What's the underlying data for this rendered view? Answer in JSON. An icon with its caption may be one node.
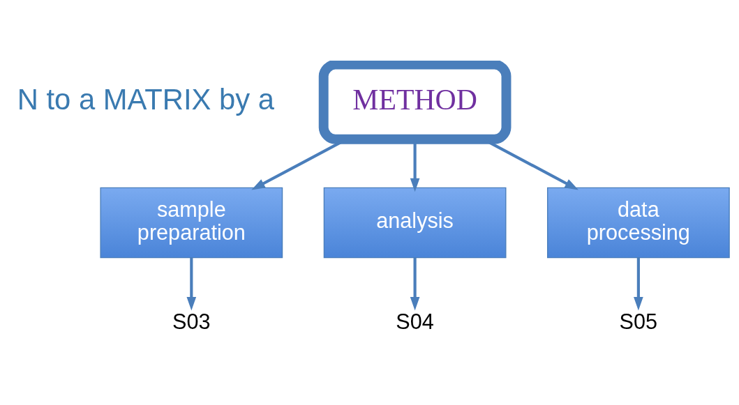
{
  "diagram": {
    "nodes": [
      {
        "text": [
          "METHOD"
        ]
      },
      {
        "text": [
          "sample preparation"
        ]
      },
      {
        "text": [
          "analysis"
        ]
      },
      {
        "text": [
          "data processing"
        ]
      },
      {
        "text": [
          "S03"
        ]
      },
      {
        "text": [
          "S04"
        ]
      },
      {
        "text": [
          "S05"
        ]
      }
    ],
    "edges": [
      {
        "from": 0,
        "to": 1,
        "arrow": "to"
      },
      {
        "from": 0,
        "to": 2,
        "arrow": "to"
      },
      {
        "from": 0,
        "to": 3,
        "arrow": "to"
      },
      {
        "from": 1,
        "to": 4,
        "arrow": "to"
      },
      {
        "from": 2,
        "to": 5,
        "arrow": "to"
      },
      {
        "from": 3,
        "to": 6,
        "arrow": "to"
      }
    ],
    "labels": [
      "N to a MATRIX by a"
    ]
  }
}
